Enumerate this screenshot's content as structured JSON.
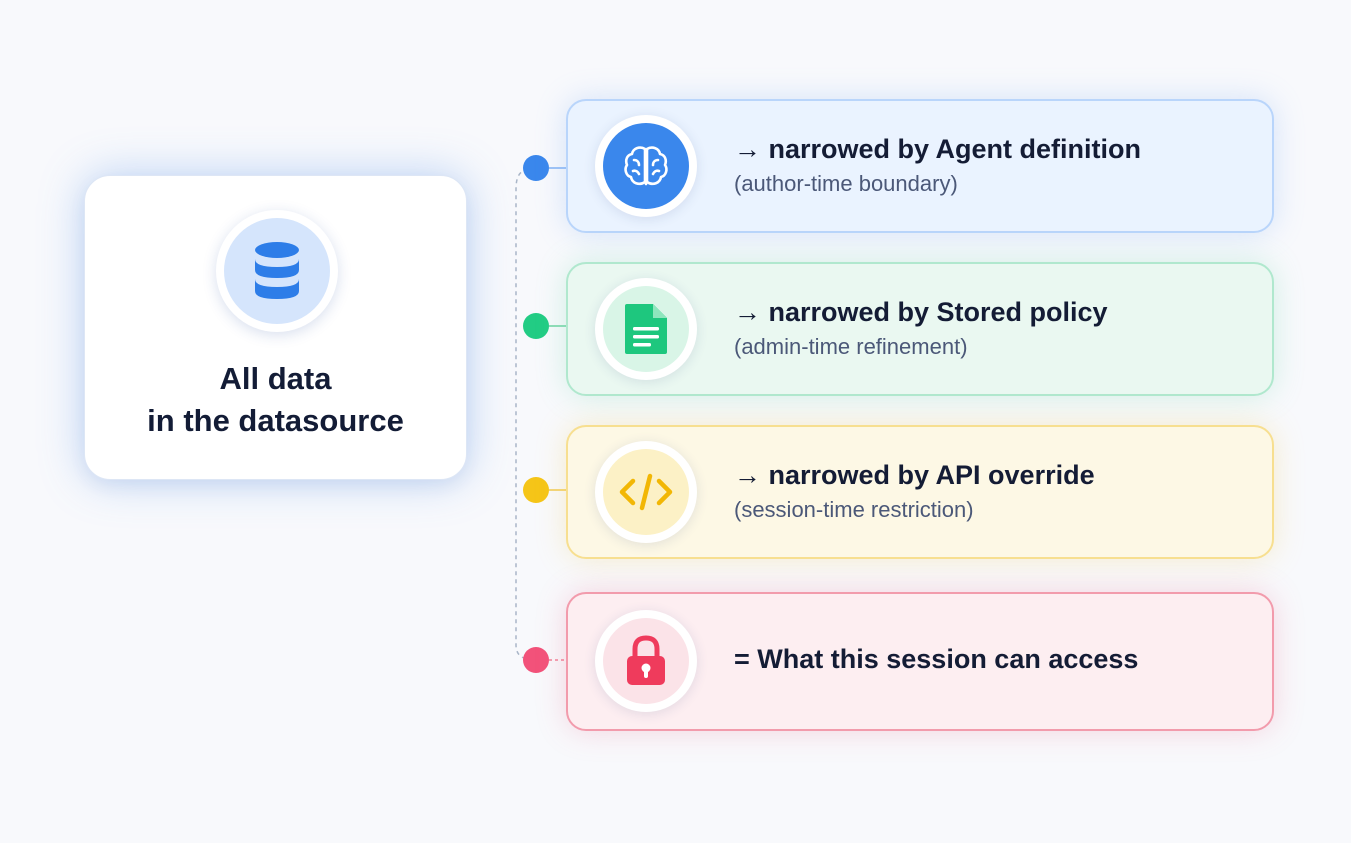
{
  "source": {
    "title_line1": "All data",
    "title_line2": "in the datasource",
    "icon": "database-icon"
  },
  "layers": [
    {
      "key": "agent",
      "title": "→ narrowed by Agent definition",
      "subtitle": "(author-time boundary)",
      "icon": "brain-icon",
      "accent": "#3a87ec"
    },
    {
      "key": "stored",
      "title": "→ narrowed by Stored policy",
      "subtitle": "(admin-time refinement)",
      "icon": "document-icon",
      "accent": "#1ec77e"
    },
    {
      "key": "api",
      "title": "→ narrowed by API override",
      "subtitle": "(session-time restriction)",
      "icon": "code-icon",
      "accent": "#f5c518"
    },
    {
      "key": "result",
      "title": "= What this session can access",
      "icon": "lock-icon",
      "accent": "#f2476a"
    }
  ]
}
